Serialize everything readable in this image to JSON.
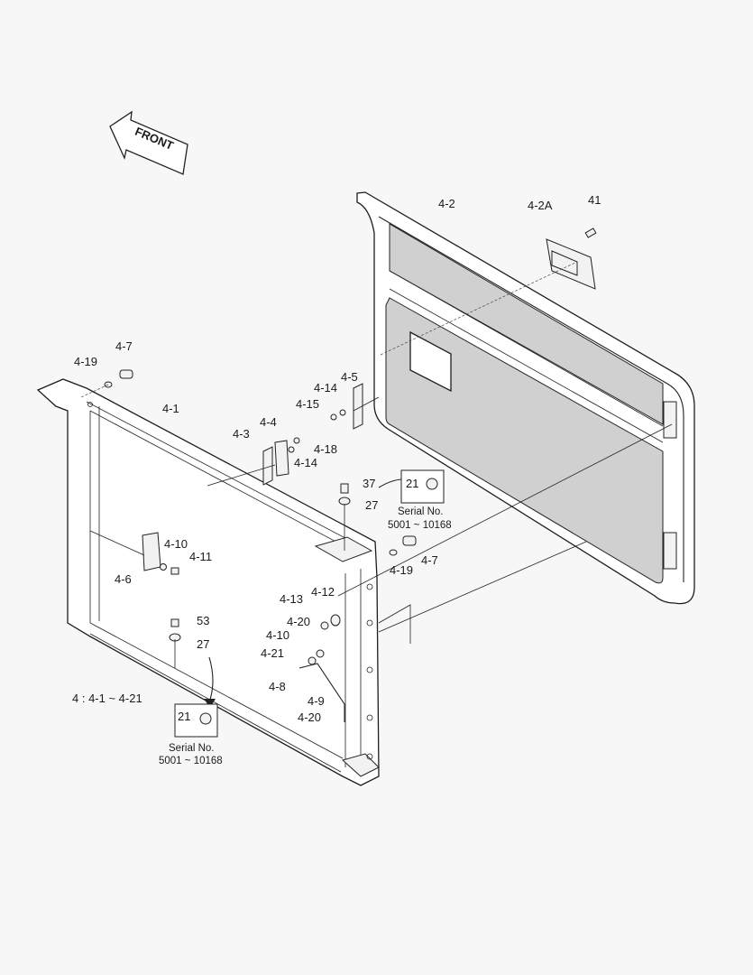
{
  "diagram": {
    "front_arrow": "FRONT",
    "summary": "4 : 4-1 ~ 4-21",
    "callouts": {
      "c4_2": "4-2",
      "c4_2A": "4-2A",
      "c41": "41",
      "c4_7_top": "4-7",
      "c4_19_top": "4-19",
      "c4_1": "4-1",
      "c4_14_a": "4-14",
      "c4_5": "4-5",
      "c4_15": "4-15",
      "c4_4": "4-4",
      "c4_3": "4-3",
      "c4_18": "4-18",
      "c4_14_b": "4-14",
      "c37": "37",
      "c27_top": "27",
      "c4_10_top": "4-10",
      "c4_11": "4-11",
      "c4_6": "4-6",
      "c4_19_right": "4-19",
      "c4_7_right": "4-7",
      "c4_12": "4-12",
      "c4_13": "4-13",
      "c4_20_top": "4-20",
      "c4_10_mid": "4-10",
      "c4_21": "4-21",
      "c4_8": "4-8",
      "c53": "53",
      "c27_bottom": "27",
      "c4_9": "4-9",
      "c4_20_bottom": "4-20"
    },
    "inset_top": {
      "part": "21",
      "serial_label": "Serial No.",
      "serial_range": "5001 ~ 10168"
    },
    "inset_bottom": {
      "part": "21",
      "serial_label": "Serial No.",
      "serial_range": "5001 ~ 10168"
    }
  }
}
